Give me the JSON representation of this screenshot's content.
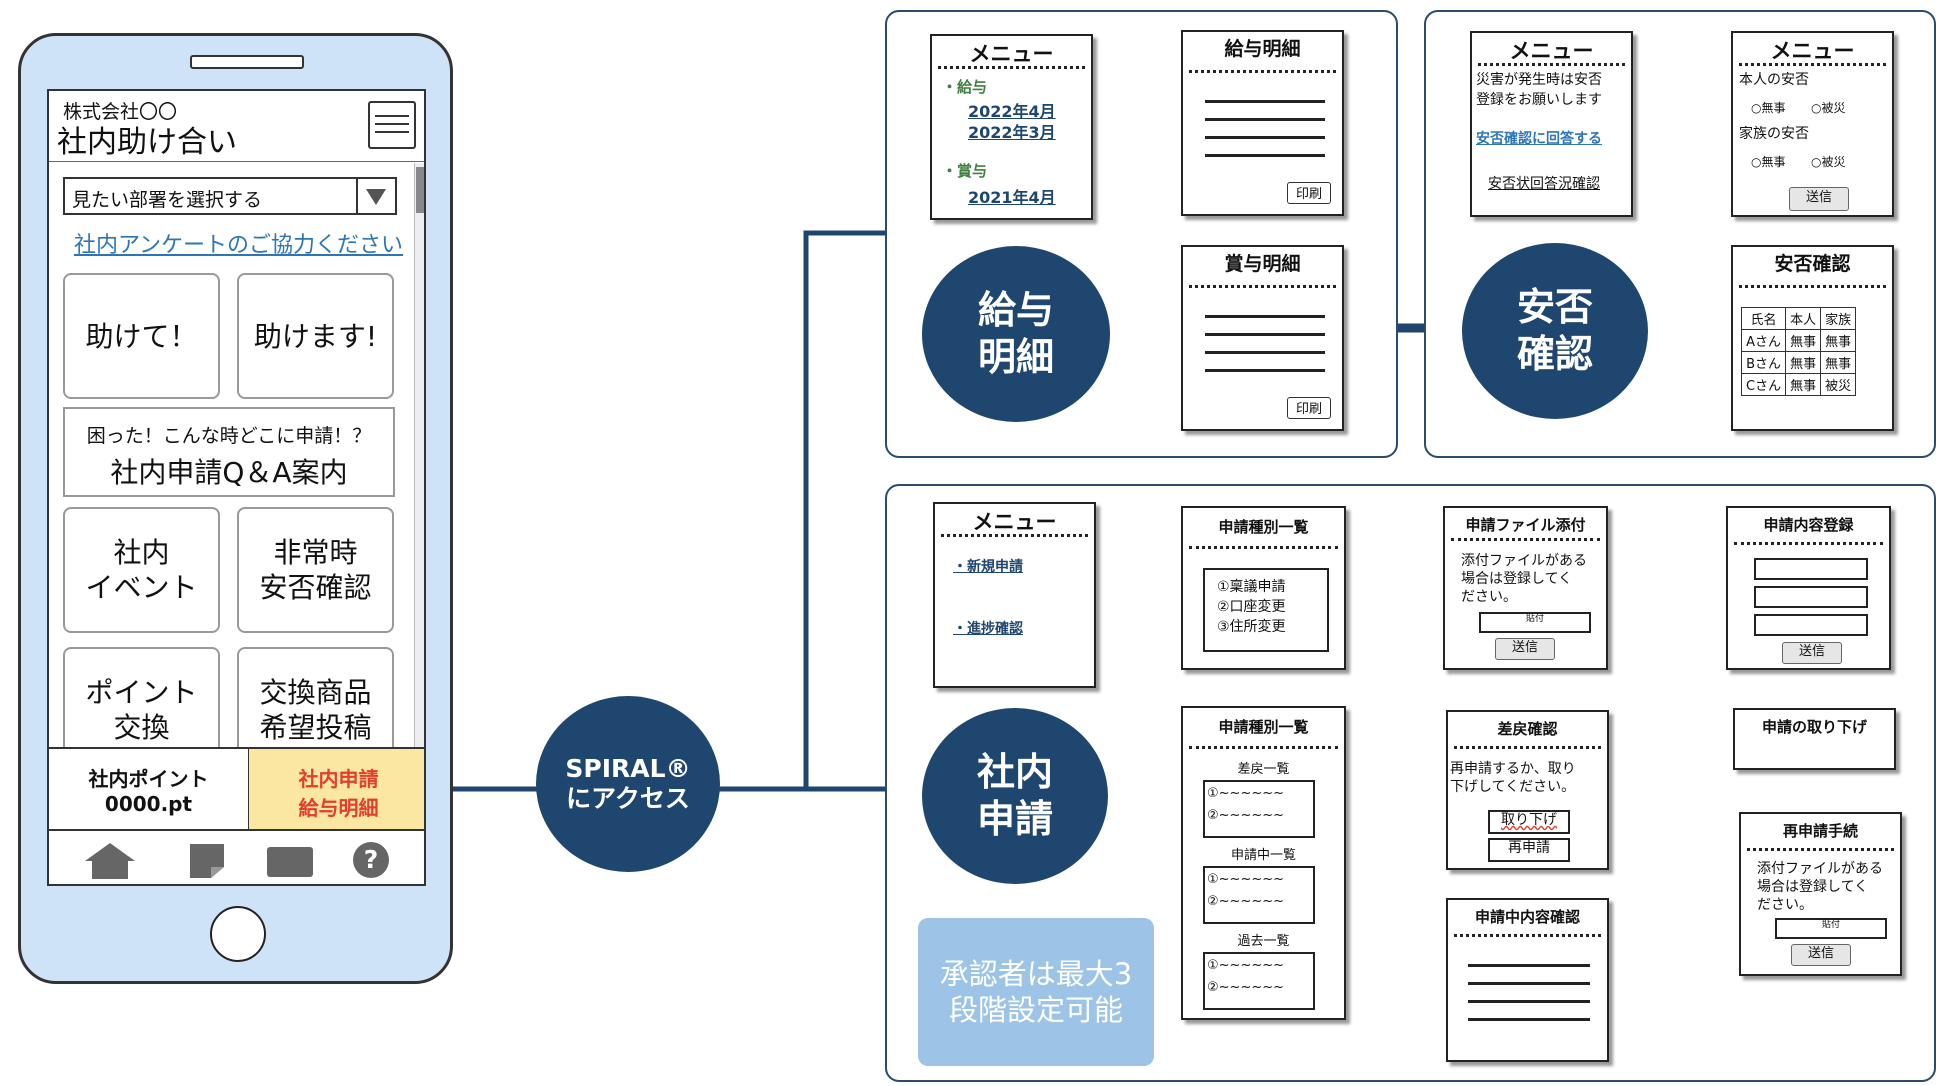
{
  "phone": {
    "company": "株式会社〇〇",
    "app_title": "社内助け合い",
    "dept_select_placeholder": "見たい部署を選択する",
    "survey_link": "社内アンケートのご協力ください",
    "tiles": {
      "help_me": "助けて！",
      "can_help": "助けます!",
      "qa_sub": "困った！こんな時どこに申請！？",
      "qa_main": "社内申請Q＆A案内",
      "event_line1": "社内",
      "event_line2": "イベント",
      "safety_line1": "非常時",
      "safety_line2": "安否確認",
      "points_line1": "ポイント",
      "points_line2": "交換",
      "goods_line1": "交換商品",
      "goods_line2": "希望投稿"
    },
    "bottom": {
      "points_label": "社内ポイント",
      "points_value": "0000.pt",
      "apply_line1": "社内申請",
      "apply_line2": "給与明細"
    },
    "nav_icons": [
      "home-icon",
      "document-icon",
      "mail-icon",
      "help-icon"
    ],
    "help_glyph": "?"
  },
  "spiral": {
    "line1": "SPIRAL®",
    "line2": "にアクセス"
  },
  "salary": {
    "circle_line1": "給与",
    "circle_line2": "明細",
    "menu_title": "メニュー",
    "menu_salary_label": "・給与",
    "menu_2022_04": "2022年4月",
    "menu_2022_03": "2022年3月",
    "menu_bonus_label": "・賞与",
    "menu_2021_04": "2021年4月",
    "pay_slip_title": "給与明細",
    "bonus_slip_title": "賞与明細",
    "print_label": "印刷"
  },
  "safety": {
    "circle_line1": "安否",
    "circle_line2": "確認",
    "menu_title": "メニュー",
    "menu_msg_line1": "災害が発生時は安否",
    "menu_msg_line2": "登録をお願いします",
    "answer_link": "安否確認に回答する",
    "status_link": "安否状回答況確認",
    "form_title": "メニュー",
    "self_label": "本人の安否",
    "family_label": "家族の安否",
    "opt_safe": "○無事",
    "opt_damaged": "○被災",
    "send_label": "送信",
    "table_title": "安否確認",
    "table_header": [
      "氏名",
      "本人",
      "家族"
    ],
    "table_rows": [
      [
        "Aさん",
        "無事",
        "無事"
      ],
      [
        "Bさん",
        "無事",
        "無事"
      ],
      [
        "Cさん",
        "無事",
        "被災"
      ]
    ]
  },
  "apply": {
    "circle_line1": "社内",
    "circle_line2": "申請",
    "menu_title": "メニュー",
    "new_link": "・新規申請",
    "progress_link": "・進捗確認",
    "type_list_title": "申請種別一覧",
    "type_items": [
      "①稟議申請",
      "②口座変更",
      "③住所変更"
    ],
    "file_attach_title": "申請ファイル添付",
    "attach_msg_line1": "添付ファイルがある",
    "attach_msg_line2": "場合は登録してく",
    "attach_msg_line3": "ださい。",
    "attach_label": "貼付",
    "send_label": "送信",
    "content_reg_title": "申請内容登録",
    "status_list_title": "申請種別一覧",
    "returned_label": "差戻一覧",
    "in_progress_label": "申請中一覧",
    "past_label": "過去一覧",
    "list_item_1": "①~~~~~~",
    "list_item_2": "②~~~~~~",
    "return_confirm_title": "差戻確認",
    "return_msg_line1": "再申請するか、取り",
    "return_msg_line2": "下げしてください。",
    "withdraw_btn": "取り下げ",
    "reapply_btn": "再申請",
    "withdraw_title": "申請の取り下げ",
    "reapply_title": "再申請手続",
    "reapply_msg_line1": "添付ファイルがある",
    "reapply_msg_line2": "場合は登録してく",
    "reapply_msg_line3": "ださい。",
    "in_progress_detail_title": "申請中内容確認",
    "note_line1": "承認者は最大3",
    "note_line2": "段階設定可能"
  },
  "colors": {
    "navy": "#1f466e",
    "phone_bg": "#cfe3f8",
    "highlight": "#fbe6a2",
    "highlight_text": "#e23d2d",
    "arrow": "#4a74a8",
    "note_bg": "#9dc3e6",
    "link": "#2e75b6"
  }
}
